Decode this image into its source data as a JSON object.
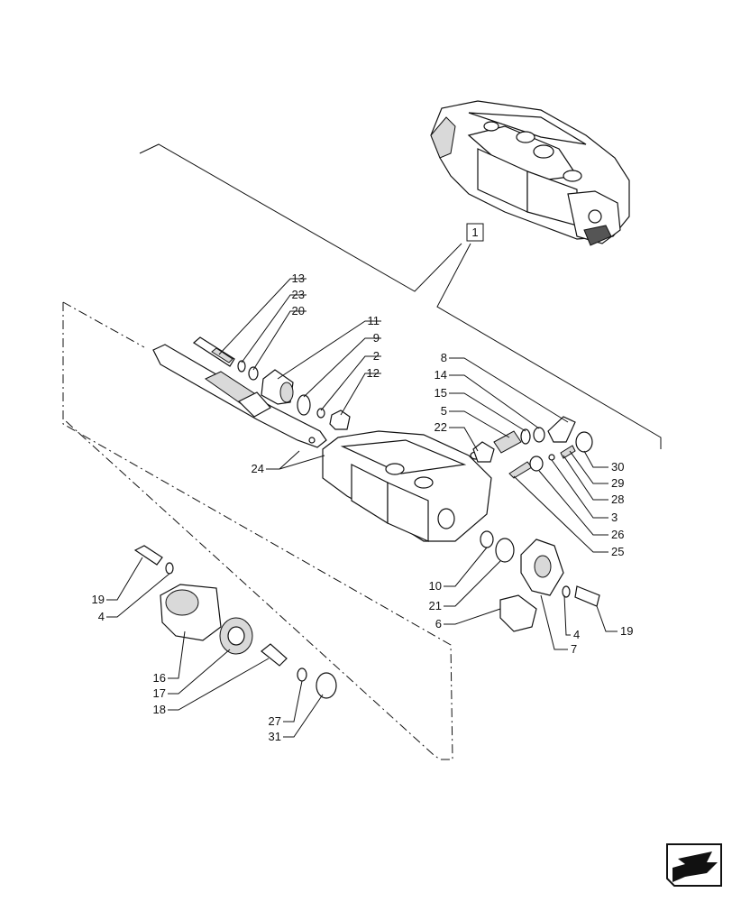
{
  "reference_box_label": "1",
  "callouts": [
    {
      "id": "c13",
      "text": "13"
    },
    {
      "id": "c23",
      "text": "23"
    },
    {
      "id": "c20",
      "text": "20"
    },
    {
      "id": "c11",
      "text": "11"
    },
    {
      "id": "c9",
      "text": "9"
    },
    {
      "id": "c2",
      "text": "2"
    },
    {
      "id": "c12",
      "text": "12"
    },
    {
      "id": "c8",
      "text": "8"
    },
    {
      "id": "c14",
      "text": "14"
    },
    {
      "id": "c15",
      "text": "15"
    },
    {
      "id": "c5",
      "text": "5"
    },
    {
      "id": "c22",
      "text": "22"
    },
    {
      "id": "c30",
      "text": "30"
    },
    {
      "id": "c29",
      "text": "29"
    },
    {
      "id": "c28",
      "text": "28"
    },
    {
      "id": "c3",
      "text": "3"
    },
    {
      "id": "c26",
      "text": "26"
    },
    {
      "id": "c25",
      "text": "25"
    },
    {
      "id": "c24",
      "text": "24"
    },
    {
      "id": "c10",
      "text": "10"
    },
    {
      "id": "c21",
      "text": "21"
    },
    {
      "id": "c6",
      "text": "6"
    },
    {
      "id": "c7",
      "text": "7"
    },
    {
      "id": "c4r",
      "text": "4"
    },
    {
      "id": "c19r",
      "text": "19"
    },
    {
      "id": "c19l",
      "text": "19"
    },
    {
      "id": "c4l",
      "text": "4"
    },
    {
      "id": "c16",
      "text": "16"
    },
    {
      "id": "c17",
      "text": "17"
    },
    {
      "id": "c18",
      "text": "18"
    },
    {
      "id": "c27",
      "text": "27"
    },
    {
      "id": "c31",
      "text": "31"
    }
  ],
  "nav_icon": "next-page-arrow-icon"
}
